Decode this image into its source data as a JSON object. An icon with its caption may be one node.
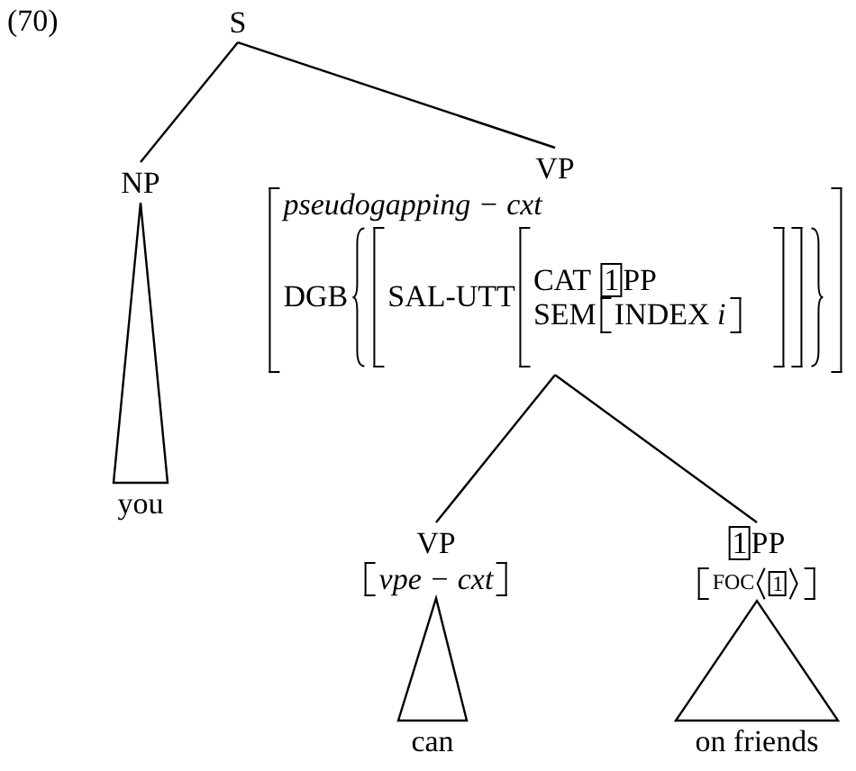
{
  "diagram": {
    "nodes": [
      {
        "text": [
          "S"
        ]
      },
      {
        "text": [
          "NP"
        ]
      },
      {
        "text": [
          "VP",
          "pseudogapping − cxt",
          "DGB",
          "SAL-UTT",
          "CAT",
          "1",
          "PP",
          "SEM",
          "INDEX *i*"
        ]
      },
      {
        "text": [
          "you"
        ]
      },
      {
        "text": [
          "VP",
          "vpe − cxt"
        ]
      },
      {
        "text": [
          "can"
        ]
      },
      {
        "text": [
          "1",
          "PP",
          "FOC",
          "1"
        ]
      },
      {
        "text": [
          "on friends"
        ]
      }
    ],
    "edges": [
      {
        "from": 0,
        "to": 1,
        "arrow": "none"
      },
      {
        "from": 0,
        "to": 2,
        "arrow": "none"
      },
      {
        "from": 1,
        "to": 3,
        "arrow": "none"
      },
      {
        "from": 2,
        "to": 4,
        "arrow": "none"
      },
      {
        "from": 2,
        "to": 6,
        "arrow": "none"
      },
      {
        "from": 4,
        "to": 5,
        "arrow": "none"
      },
      {
        "from": 6,
        "to": 7,
        "arrow": "none"
      }
    ],
    "labels": [
      "(70)"
    ]
  }
}
